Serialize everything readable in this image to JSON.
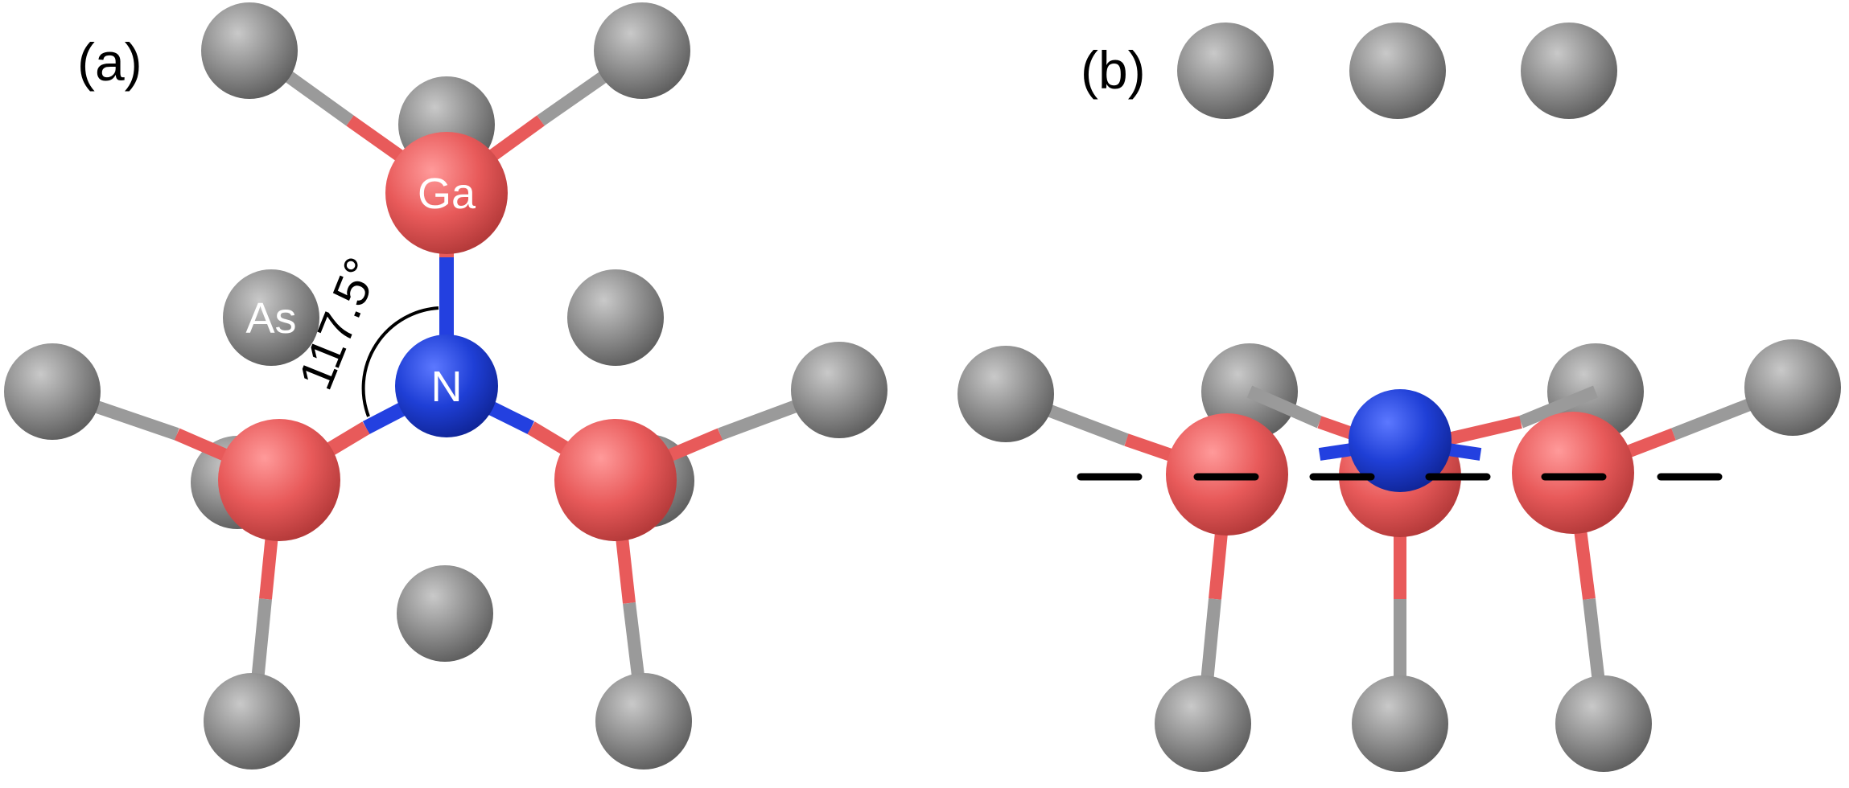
{
  "panel_a": {
    "label": "(a)",
    "ga_label": "Ga",
    "as_label": "As",
    "n_label": "N",
    "angle_label": "117.5°"
  },
  "panel_b": {
    "label": "(b)"
  },
  "colors": {
    "gallium": "#e85a5a",
    "arsenic": "#8c8c8c",
    "nitrogen": "#1f3fd6",
    "bond_grey": "#9a9a9a",
    "bond_red": "#e85a5a",
    "bond_blue": "#2340e0"
  }
}
